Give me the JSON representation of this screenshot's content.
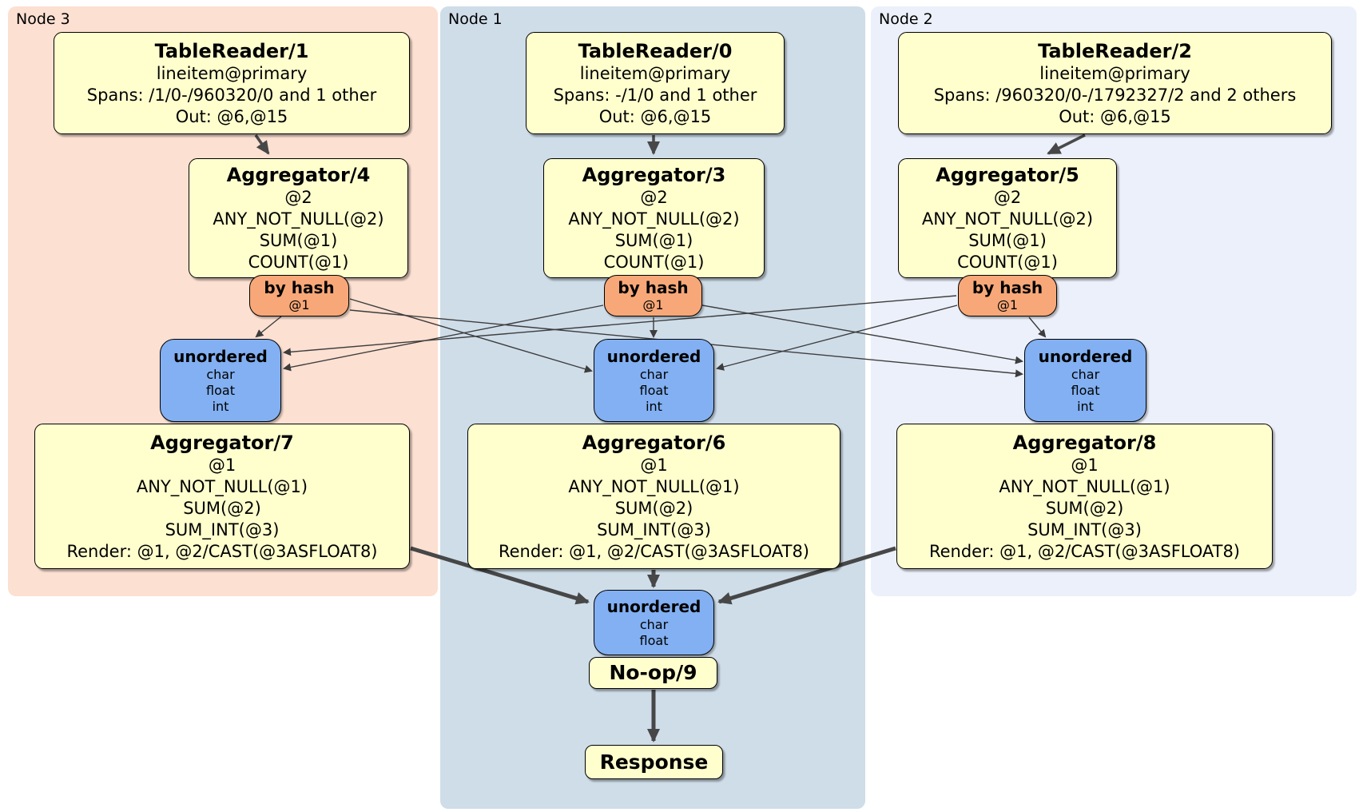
{
  "colors": {
    "node3_bg": "#fce0d2",
    "node1_bg": "#cfdde9",
    "node2_bg": "#ecf0fa",
    "processor_fill": "#ffffce",
    "router_fill": "#f8a878",
    "sync_fill": "#82b0f2",
    "edge": "#3f3f3f"
  },
  "clusters": [
    {
      "label": "Node 3",
      "table_reader": {
        "title": "TableReader/1",
        "lines": [
          "lineitem@primary",
          "Spans: /1/0-/960320/0 and 1 other",
          "Out: @6,@15"
        ]
      },
      "aggregator_top": {
        "title": "Aggregator/4",
        "lines": [
          "@2",
          "ANY_NOT_NULL(@2)",
          "SUM(@1)",
          "COUNT(@1)"
        ]
      },
      "router": {
        "title": "by hash",
        "detail": "@1"
      },
      "sync": {
        "title": "unordered",
        "lines": [
          "char",
          "float",
          "int"
        ]
      },
      "aggregator_bottom": {
        "title": "Aggregator/7",
        "lines": [
          "@1",
          "ANY_NOT_NULL(@1)",
          "SUM(@2)",
          "SUM_INT(@3)",
          "Render: @1, @2/CAST(@3ASFLOAT8)"
        ]
      }
    },
    {
      "label": "Node 1",
      "table_reader": {
        "title": "TableReader/0",
        "lines": [
          "lineitem@primary",
          "Spans: -/1/0 and 1 other",
          "Out: @6,@15"
        ]
      },
      "aggregator_top": {
        "title": "Aggregator/3",
        "lines": [
          "@2",
          "ANY_NOT_NULL(@2)",
          "SUM(@1)",
          "COUNT(@1)"
        ]
      },
      "router": {
        "title": "by hash",
        "detail": "@1"
      },
      "sync": {
        "title": "unordered",
        "lines": [
          "char",
          "float",
          "int"
        ]
      },
      "aggregator_bottom": {
        "title": "Aggregator/6",
        "lines": [
          "@1",
          "ANY_NOT_NULL(@1)",
          "SUM(@2)",
          "SUM_INT(@3)",
          "Render: @1, @2/CAST(@3ASFLOAT8)"
        ]
      }
    },
    {
      "label": "Node 2",
      "table_reader": {
        "title": "TableReader/2",
        "lines": [
          "lineitem@primary",
          "Spans: /960320/0-/1792327/2 and 2 others",
          "Out: @6,@15"
        ]
      },
      "aggregator_top": {
        "title": "Aggregator/5",
        "lines": [
          "@2",
          "ANY_NOT_NULL(@2)",
          "SUM(@1)",
          "COUNT(@1)"
        ]
      },
      "router": {
        "title": "by hash",
        "detail": "@1"
      },
      "sync": {
        "title": "unordered",
        "lines": [
          "char",
          "float",
          "int"
        ]
      },
      "aggregator_bottom": {
        "title": "Aggregator/8",
        "lines": [
          "@1",
          "ANY_NOT_NULL(@1)",
          "SUM(@2)",
          "SUM_INT(@3)",
          "Render: @1, @2/CAST(@3ASFLOAT8)"
        ]
      }
    }
  ],
  "output_chain": {
    "sync": {
      "title": "unordered",
      "lines": [
        "char",
        "float"
      ]
    },
    "noop": {
      "title": "No-op/9"
    },
    "response": {
      "title": "Response"
    }
  }
}
